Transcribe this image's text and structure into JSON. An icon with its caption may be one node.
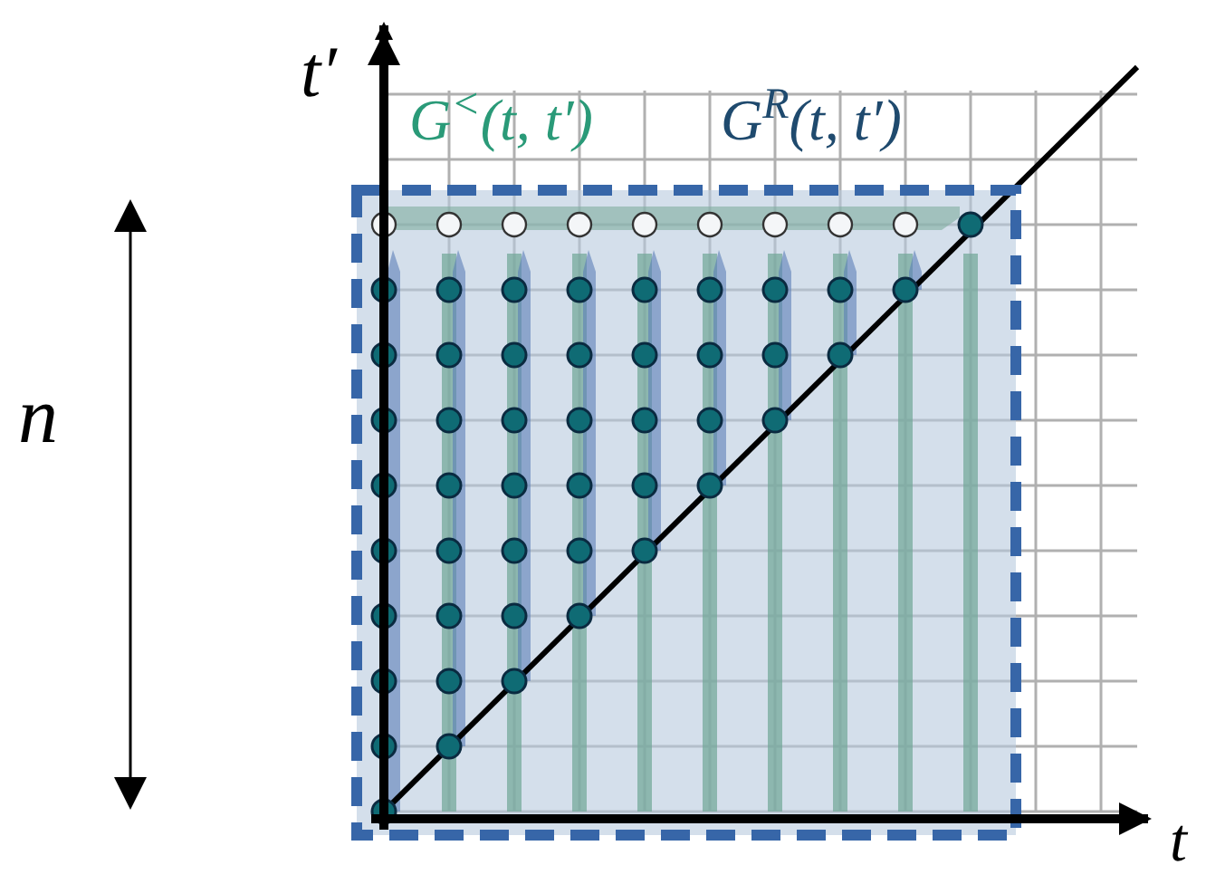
{
  "diagram": {
    "labels": [
      "t′",
      "G$^{<}$(t, t′)",
      "G$^{R}$(t, t′)",
      "n",
      "t"
    ]
  }
}
